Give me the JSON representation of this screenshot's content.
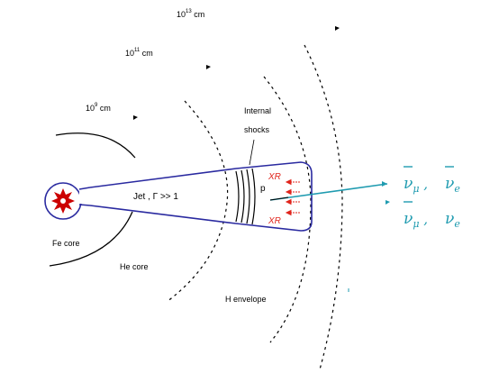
{
  "scale_labels": {
    "r1": {
      "base": "10",
      "exp": "9",
      "unit": "cm"
    },
    "r2": {
      "base": "10",
      "exp": "11",
      "unit": "cm"
    },
    "r3": {
      "base": "10",
      "exp": "13",
      "unit": "cm"
    }
  },
  "labels": {
    "fe_core": "Fe core",
    "he_core": "He core",
    "h_envelope": "H envelope",
    "jet": "Jet , Γ >> 1",
    "internal_shocks_line1": "Internal",
    "internal_shocks_line2": "shocks",
    "proton": "p",
    "xr_top": "XR",
    "xr_bottom": "XR"
  },
  "neutrinos": {
    "row1_a": "ν",
    "row1_a_sub": "μ",
    "row1_b": "ν",
    "row1_b_sub": "e",
    "row1_sep": " , ",
    "row2_a": "ν",
    "row2_a_sub": "μ",
    "row2_b": "ν",
    "row2_b_sub": "e",
    "row2_sep": " , "
  },
  "colors": {
    "jet_outline": "#2a2aa0",
    "neutrino": "#1f9bb0",
    "xray": "#e0251c",
    "core_star": "#cc0000"
  }
}
